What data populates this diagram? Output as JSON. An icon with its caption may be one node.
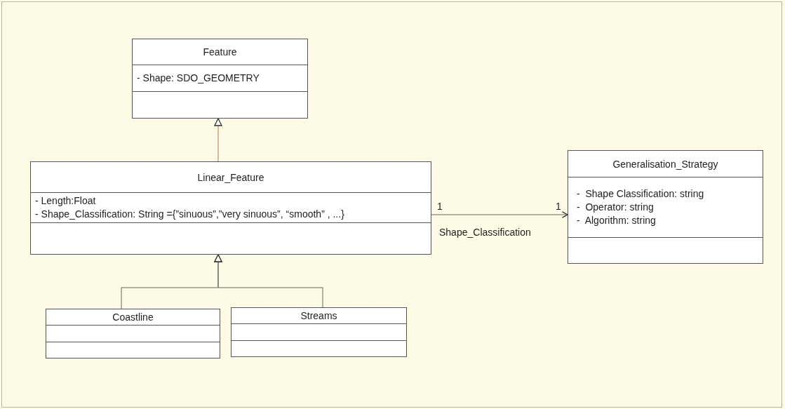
{
  "diagram": {
    "nodes": [
      {
        "text": [
          "Feature",
          "- Shape: SDO_GEOMETRY"
        ]
      },
      {
        "text": [
          "Linear_Feature",
          "- Length:Float",
          "- Shape_Classification: String ={”sinuous”,”very sinuous”, “smooth” , ...}"
        ]
      },
      {
        "text": [
          "Generalisation_Strategy",
          "-  Shape Classification: string",
          "-  Operator: string",
          "-  Algorithm: string"
        ]
      },
      {
        "text": [
          "Coastline"
        ]
      },
      {
        "text": [
          "Streams"
        ]
      }
    ],
    "edges": [
      {
        "from": 1,
        "to": 0,
        "arrow": "to",
        "color": "#c0704c"
      },
      {
        "from": 3,
        "to": 1,
        "arrow": "to"
      },
      {
        "from": 4,
        "to": 1,
        "arrow": "to"
      },
      {
        "from": 1,
        "to": 2,
        "arrow": "to",
        "label": "Shape_Classification"
      }
    ],
    "labels": [
      "1",
      "1"
    ]
  }
}
